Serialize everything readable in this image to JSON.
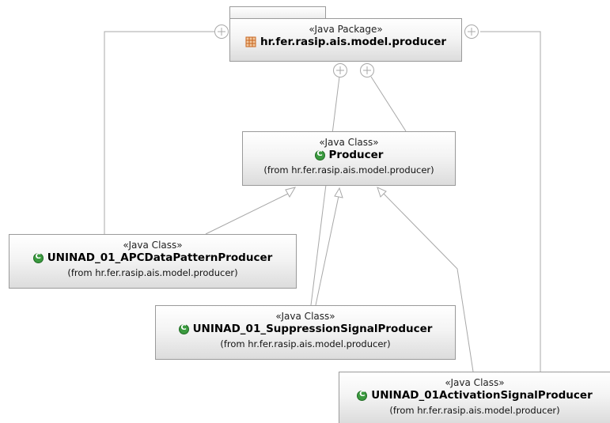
{
  "package": {
    "stereotype": "«Java Package»",
    "name": "hr.fer.rasip.ais.model.producer",
    "icon": "package-icon"
  },
  "classes": [
    {
      "id": "producer",
      "stereotype": "«Java Class»",
      "name": "Producer",
      "from": "(from hr.fer.rasip.ais.model.producer)",
      "icon": "class-icon"
    },
    {
      "id": "apc",
      "stereotype": "«Java Class»",
      "name": "UNINAD_01_APCDataPatternProducer",
      "from": "(from hr.fer.rasip.ais.model.producer)",
      "icon": "class-icon"
    },
    {
      "id": "suppression",
      "stereotype": "«Java Class»",
      "name": "UNINAD_01_SuppressionSignalProducer",
      "from": "(from hr.fer.rasip.ais.model.producer)",
      "icon": "class-icon"
    },
    {
      "id": "activation",
      "stereotype": "«Java Class»",
      "name": "UNINAD_01ActivationSignalProducer",
      "from": "(from hr.fer.rasip.ais.model.producer)",
      "icon": "class-icon"
    }
  ],
  "relations": {
    "generalization": [
      {
        "from": "apc",
        "to": "producer"
      },
      {
        "from": "suppression",
        "to": "producer"
      },
      {
        "from": "activation",
        "to": "producer"
      }
    ],
    "containment": [
      {
        "from": "package",
        "to": "producer"
      },
      {
        "from": "package",
        "to": "apc"
      },
      {
        "from": "package",
        "to": "suppression"
      },
      {
        "from": "package",
        "to": "activation"
      }
    ]
  },
  "colors": {
    "line": "#a8a8a8",
    "node_border": "#9a9a9a",
    "class_icon": "#3b9a3f",
    "package_icon": "#c8641e"
  }
}
